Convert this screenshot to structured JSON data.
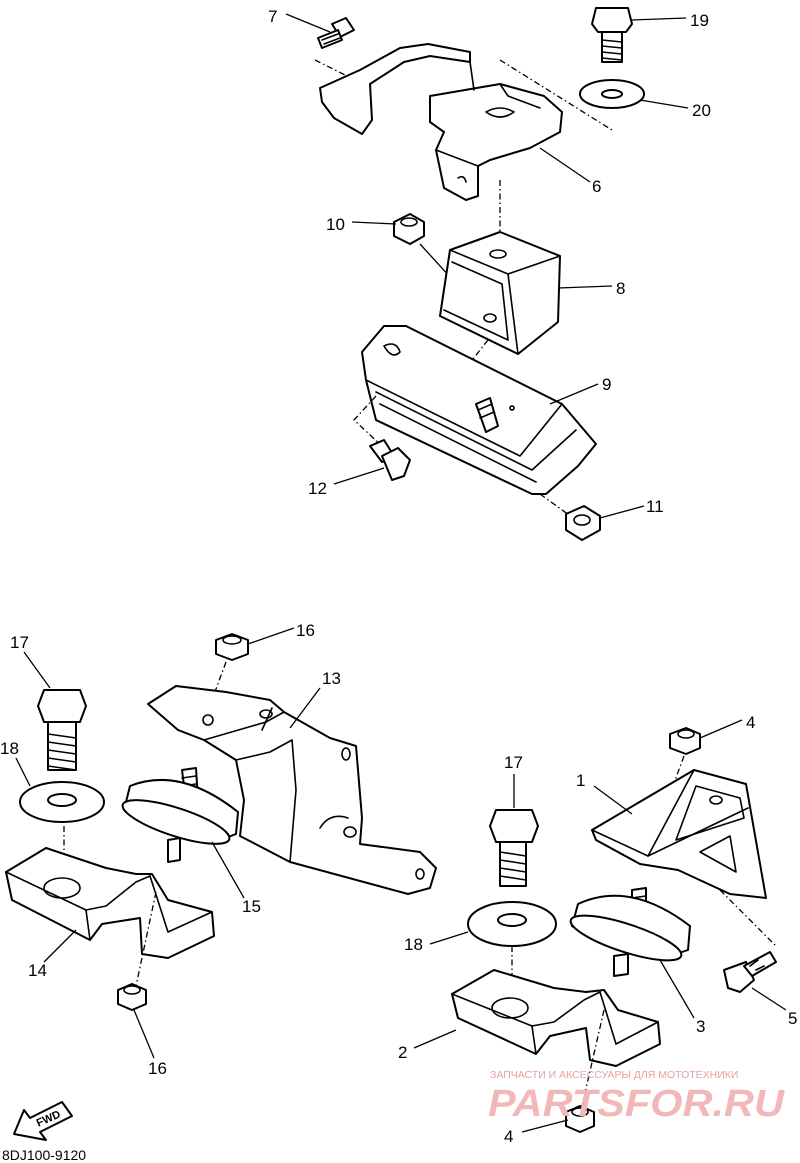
{
  "diagram_code": "8DJ100-9120",
  "fwd_label": "FWD",
  "watermark": {
    "subtitle": "ЗАПЧАСТИ И АКСЕССУАРЫ ДЛЯ МОТОТЕХНИКИ",
    "brand": "PARTSFOR.RU"
  },
  "callouts": {
    "c1": "1",
    "c2": "2",
    "c3": "3",
    "c4a": "4",
    "c4b": "4",
    "c5": "5",
    "c6": "6",
    "c7": "7",
    "c8": "8",
    "c9": "9",
    "c10": "10",
    "c11": "11",
    "c12": "12",
    "c13": "13",
    "c14": "14",
    "c15": "15",
    "c16a": "16",
    "c16b": "16",
    "c17a": "17",
    "c17b": "17",
    "c18a": "18",
    "c18b": "18",
    "c19": "19",
    "c20": "20"
  }
}
